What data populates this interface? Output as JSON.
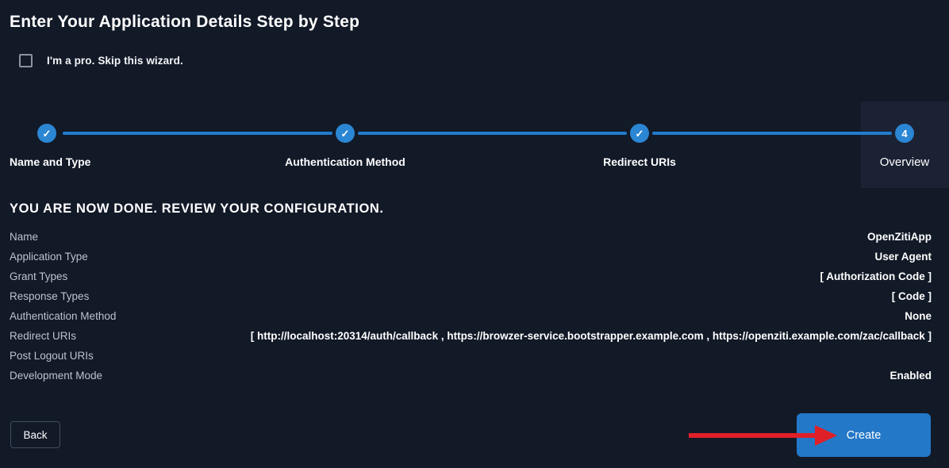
{
  "header": {
    "title": "Enter Your Application Details Step by Step"
  },
  "skip": {
    "label": "I'm a pro. Skip this wizard.",
    "checked": false
  },
  "stepper": {
    "steps": [
      {
        "label": "Name and Type",
        "state": "done",
        "indicator": "✓"
      },
      {
        "label": "Authentication Method",
        "state": "done",
        "indicator": "✓"
      },
      {
        "label": "Redirect URIs",
        "state": "done",
        "indicator": "✓"
      },
      {
        "label": "Overview",
        "state": "current",
        "indicator": "4"
      }
    ]
  },
  "review": {
    "heading": "YOU ARE NOW DONE. REVIEW YOUR CONFIGURATION.",
    "rows": [
      {
        "label": "Name",
        "value": "OpenZitiApp"
      },
      {
        "label": "Application Type",
        "value": "User Agent"
      },
      {
        "label": "Grant Types",
        "value": "[ Authorization Code ]"
      },
      {
        "label": "Response Types",
        "value": "[ Code ]"
      },
      {
        "label": "Authentication Method",
        "value": "None"
      },
      {
        "label": "Redirect URIs",
        "value": "[ http://localhost:20314/auth/callback , https://browzer-service.bootstrapper.example.com , https://openziti.example.com/zac/callback ]"
      },
      {
        "label": "Post Logout URIs",
        "value": ""
      },
      {
        "label": "Development Mode",
        "value": "Enabled"
      }
    ]
  },
  "footer": {
    "back_label": "Back",
    "create_label": "Create"
  },
  "colors": {
    "background": "#121927",
    "active_step_panel": "#1a2233",
    "step_circle_blue": "#2b86d3",
    "step_line_blue": "#1f7ccd",
    "create_button_blue": "#2478c8",
    "annotation_arrow_red": "#df2028",
    "label_gray": "#bdc3cd"
  }
}
